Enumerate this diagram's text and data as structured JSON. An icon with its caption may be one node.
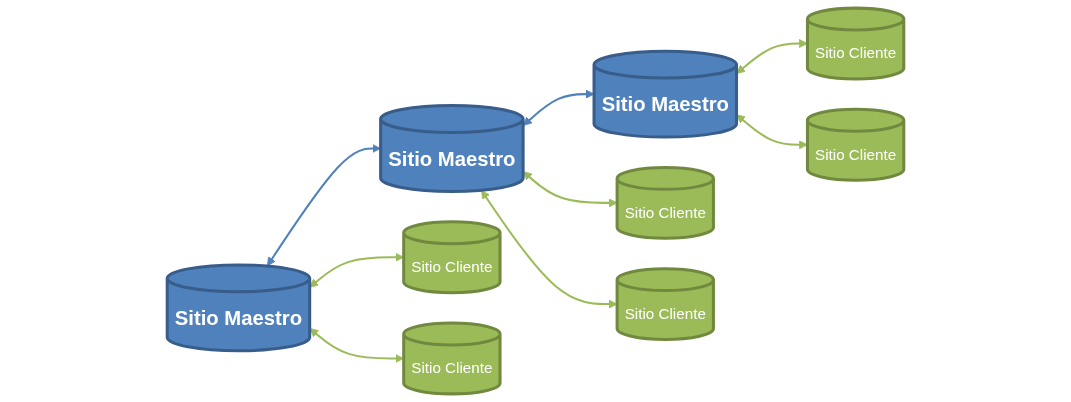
{
  "diagram": {
    "nodes": [
      {
        "text": [
          "Sitio Maestro"
        ]
      },
      {
        "text": [
          "Sitio Maestro"
        ]
      },
      {
        "text": [
          "Sitio Maestro"
        ]
      },
      {
        "text": [
          "Sitio Cliente"
        ]
      },
      {
        "text": [
          "Sitio Cliente"
        ]
      },
      {
        "text": [
          "Sitio Cliente"
        ]
      },
      {
        "text": [
          "Sitio Cliente"
        ]
      },
      {
        "text": [
          "Sitio Cliente"
        ]
      },
      {
        "text": [
          "Sitio Cliente"
        ]
      }
    ],
    "edges": [
      {
        "from": 0,
        "to": 1,
        "arrow": "both",
        "color": "#4f81bd"
      },
      {
        "from": 1,
        "to": 2,
        "arrow": "both",
        "color": "#4f81bd"
      },
      {
        "from": 0,
        "to": 3,
        "arrow": "both"
      },
      {
        "from": 0,
        "to": 4,
        "arrow": "both"
      },
      {
        "from": 1,
        "to": 5,
        "arrow": "both"
      },
      {
        "from": 1,
        "to": 6,
        "arrow": "both"
      },
      {
        "from": 2,
        "to": 7,
        "arrow": "both"
      },
      {
        "from": 2,
        "to": 8,
        "arrow": "both"
      }
    ]
  }
}
